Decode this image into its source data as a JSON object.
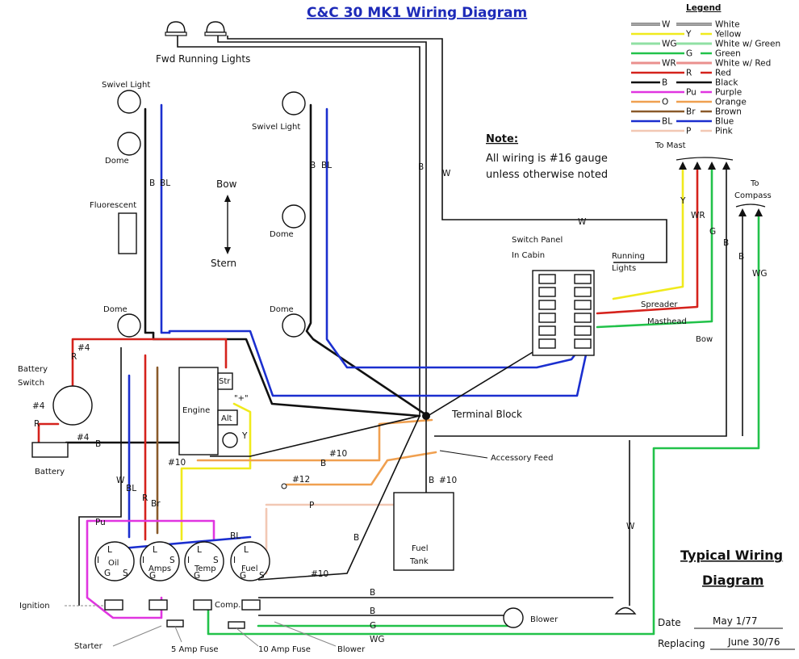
{
  "title": "C&C 30 MK1 Wiring Diagram",
  "legend": {
    "heading": "Legend",
    "items": [
      {
        "code": "W",
        "name": "White",
        "color": "#ffffff",
        "stripe": "#111111"
      },
      {
        "code": "Y",
        "name": "Yellow",
        "color": "#f0ea1c",
        "stripe": ""
      },
      {
        "code": "WG",
        "name": "White w/ Green",
        "color": "#22c24a",
        "stripe": "#ffffff"
      },
      {
        "code": "G",
        "name": "Green",
        "color": "#22c24a",
        "stripe": ""
      },
      {
        "code": "WR",
        "name": "White w/ Red",
        "color": "#d5221c",
        "stripe": "#ffffff"
      },
      {
        "code": "R",
        "name": "Red",
        "color": "#d5221c",
        "stripe": ""
      },
      {
        "code": "B",
        "name": "Black",
        "color": "#111111",
        "stripe": ""
      },
      {
        "code": "Pu",
        "name": "Purple",
        "color": "#e035e0",
        "stripe": ""
      },
      {
        "code": "O",
        "name": "Orange",
        "color": "#f0a050",
        "stripe": ""
      },
      {
        "code": "Br",
        "name": "Brown",
        "color": "#8a5a2a",
        "stripe": ""
      },
      {
        "code": "BL",
        "name": "Blue",
        "color": "#1b2fcf",
        "stripe": ""
      },
      {
        "code": "P",
        "name": "Pink",
        "color": "#f2c8b4",
        "stripe": ""
      }
    ]
  },
  "note": {
    "heading": "Note:",
    "line1": "All wiring is #16 gauge",
    "line2": "unless otherwise noted"
  },
  "labels": {
    "fwd_running_lights": "Fwd Running Lights",
    "swivel_light_left": "Swivel Light",
    "swivel_light_mid": "Swivel Light",
    "dome_top_left": "Dome",
    "dome_mid": "Dome",
    "dome_bottom_left": "Dome",
    "dome_bottom_mid": "Dome",
    "fluorescent": "Fluorescent",
    "bow": "Bow",
    "stern": "Stern",
    "battery_switch_1": "Battery",
    "battery_switch_2": "Switch",
    "battery": "Battery",
    "engine": "Engine",
    "str": "Str",
    "alt": "Alt",
    "plus": "\"+\"",
    "switch_panel_1": "Switch Panel",
    "switch_panel_2": "In Cabin",
    "running_lights_1": "Running",
    "running_lights_2": "Lights",
    "spreader": "Spreader",
    "masthead": "Masthead",
    "bow_light": "Bow",
    "to_mast": "To Mast",
    "to_compass_1": "To",
    "to_compass_2": "Compass",
    "terminal_block": "Terminal Block",
    "accessory_feed": "Accessory Feed",
    "fuel_tank_1": "Fuel",
    "fuel_tank_2": "Tank",
    "oil": "Oil",
    "amps": "Amps",
    "temp": "Temp",
    "fuel": "Fuel",
    "ignition": "Ignition",
    "starter": "Starter",
    "comp": "Comp.",
    "fuse_5": "5 Amp Fuse",
    "fuse_10": "10 Amp Fuse",
    "blower_bottom": "Blower",
    "blower_right": "Blower",
    "typical_1": "Typical Wiring",
    "typical_2": "Diagram",
    "date_label": "Date",
    "date_value": "May 1/77",
    "replacing_label": "Replacing",
    "replacing_value": "June 30/76"
  },
  "wire_labels": {
    "b_bl_left_b": "B",
    "b_bl_left_bl": "BL",
    "b_bl_mid_b": "B",
    "b_bl_mid_bl": "BL",
    "fwd_b": "B",
    "fwd_w": "W",
    "panel_w": "W",
    "mast_y": "Y",
    "mast_wr": "WR",
    "mast_g": "G",
    "compass_b": "B",
    "compass_wg": "WG",
    "batt_r_top": "R",
    "batt_4_top": "#4",
    "batt_4_left": "#4",
    "batt_r_left": "R",
    "batt_4_b": "#4",
    "batt_b": "B",
    "eng_w": "W",
    "eng_bl": "BL",
    "eng_r": "R",
    "eng_br": "Br",
    "eng_10": "#10",
    "eng_y": "Y",
    "n10_top": "#10",
    "n10_b": "B",
    "n12": "#12",
    "o_label": "O",
    "p_label": "P",
    "b10_b": "B",
    "b10_10": "#10",
    "b_diag": "B",
    "n10_low": "#10",
    "pu": "Pu",
    "bl_gauge": "BL",
    "w_right": "W",
    "b_low1": "B",
    "b_low2": "B",
    "g_low": "G",
    "wg_low": "WG",
    "g_L1": "L",
    "g_I1": "I",
    "g_G1": "G",
    "g_S1": "S",
    "g_L2": "L",
    "g_I2": "I",
    "g_G2": "G",
    "g_S2": "S",
    "g_L3": "L",
    "g_I3": "I",
    "g_G3": "G",
    "g_S3": "S",
    "g_L4": "L",
    "g_I4": "I",
    "g_G4": "G",
    "g_S4": "S"
  }
}
